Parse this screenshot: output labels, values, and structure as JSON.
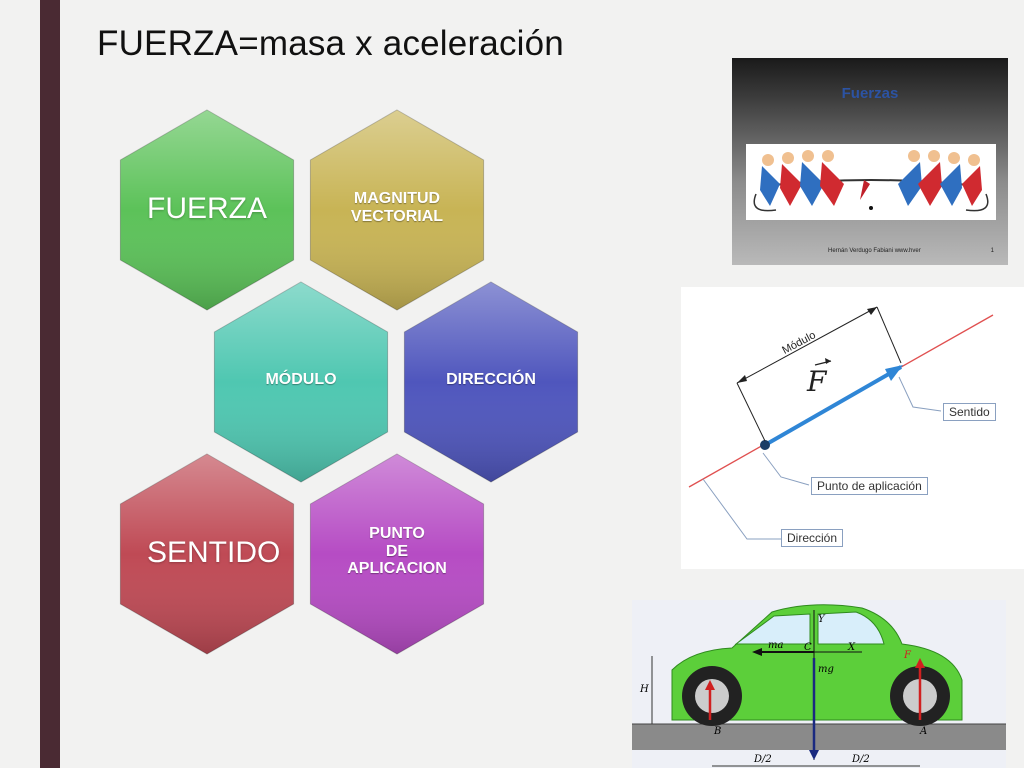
{
  "slide": {
    "title": "FUERZA=masa x aceleración",
    "accent_bar_color": "#4a2a33"
  },
  "hexagons": [
    {
      "id": "fuerza",
      "lines": [
        "FUERZA"
      ],
      "color": "#5cc259",
      "size": "big"
    },
    {
      "id": "magnitud",
      "lines": [
        "MAGNITUD",
        "VECTORIAL"
      ],
      "color": "#c8b455",
      "size": "small"
    },
    {
      "id": "modulo",
      "lines": [
        "MÓDULO"
      ],
      "color": "#4fc7b1",
      "size": "small"
    },
    {
      "id": "direccion",
      "lines": [
        "DIRECCIÓN"
      ],
      "color": "#4f56bd",
      "size": "small"
    },
    {
      "id": "sentido",
      "lines": [
        "SENTIDO"
      ],
      "color": "#bf4a55",
      "size": "big"
    },
    {
      "id": "punto",
      "lines": [
        "PUNTO",
        "DE",
        "APLICACION"
      ],
      "color": "#b64cc4",
      "size": "small"
    }
  ],
  "images": {
    "tug_of_war": {
      "title": "Fuerzas",
      "footer": "Hernán Verdugo Fabiani  www.hver",
      "page": "1"
    },
    "vector_diagram": {
      "symbol": "F",
      "modulo": "Módulo",
      "sentido": "Sentido",
      "punto": "Punto de aplicación",
      "direccion": "Dirección"
    },
    "car_diagram": {
      "y_axis": "Y",
      "x_axis": "X",
      "center": "C",
      "ma": "ma",
      "mg": "mg",
      "height": "H",
      "point_a": "A",
      "point_b": "B",
      "force_a": "F",
      "half_1": "D/2",
      "half_2": "D/2"
    }
  }
}
